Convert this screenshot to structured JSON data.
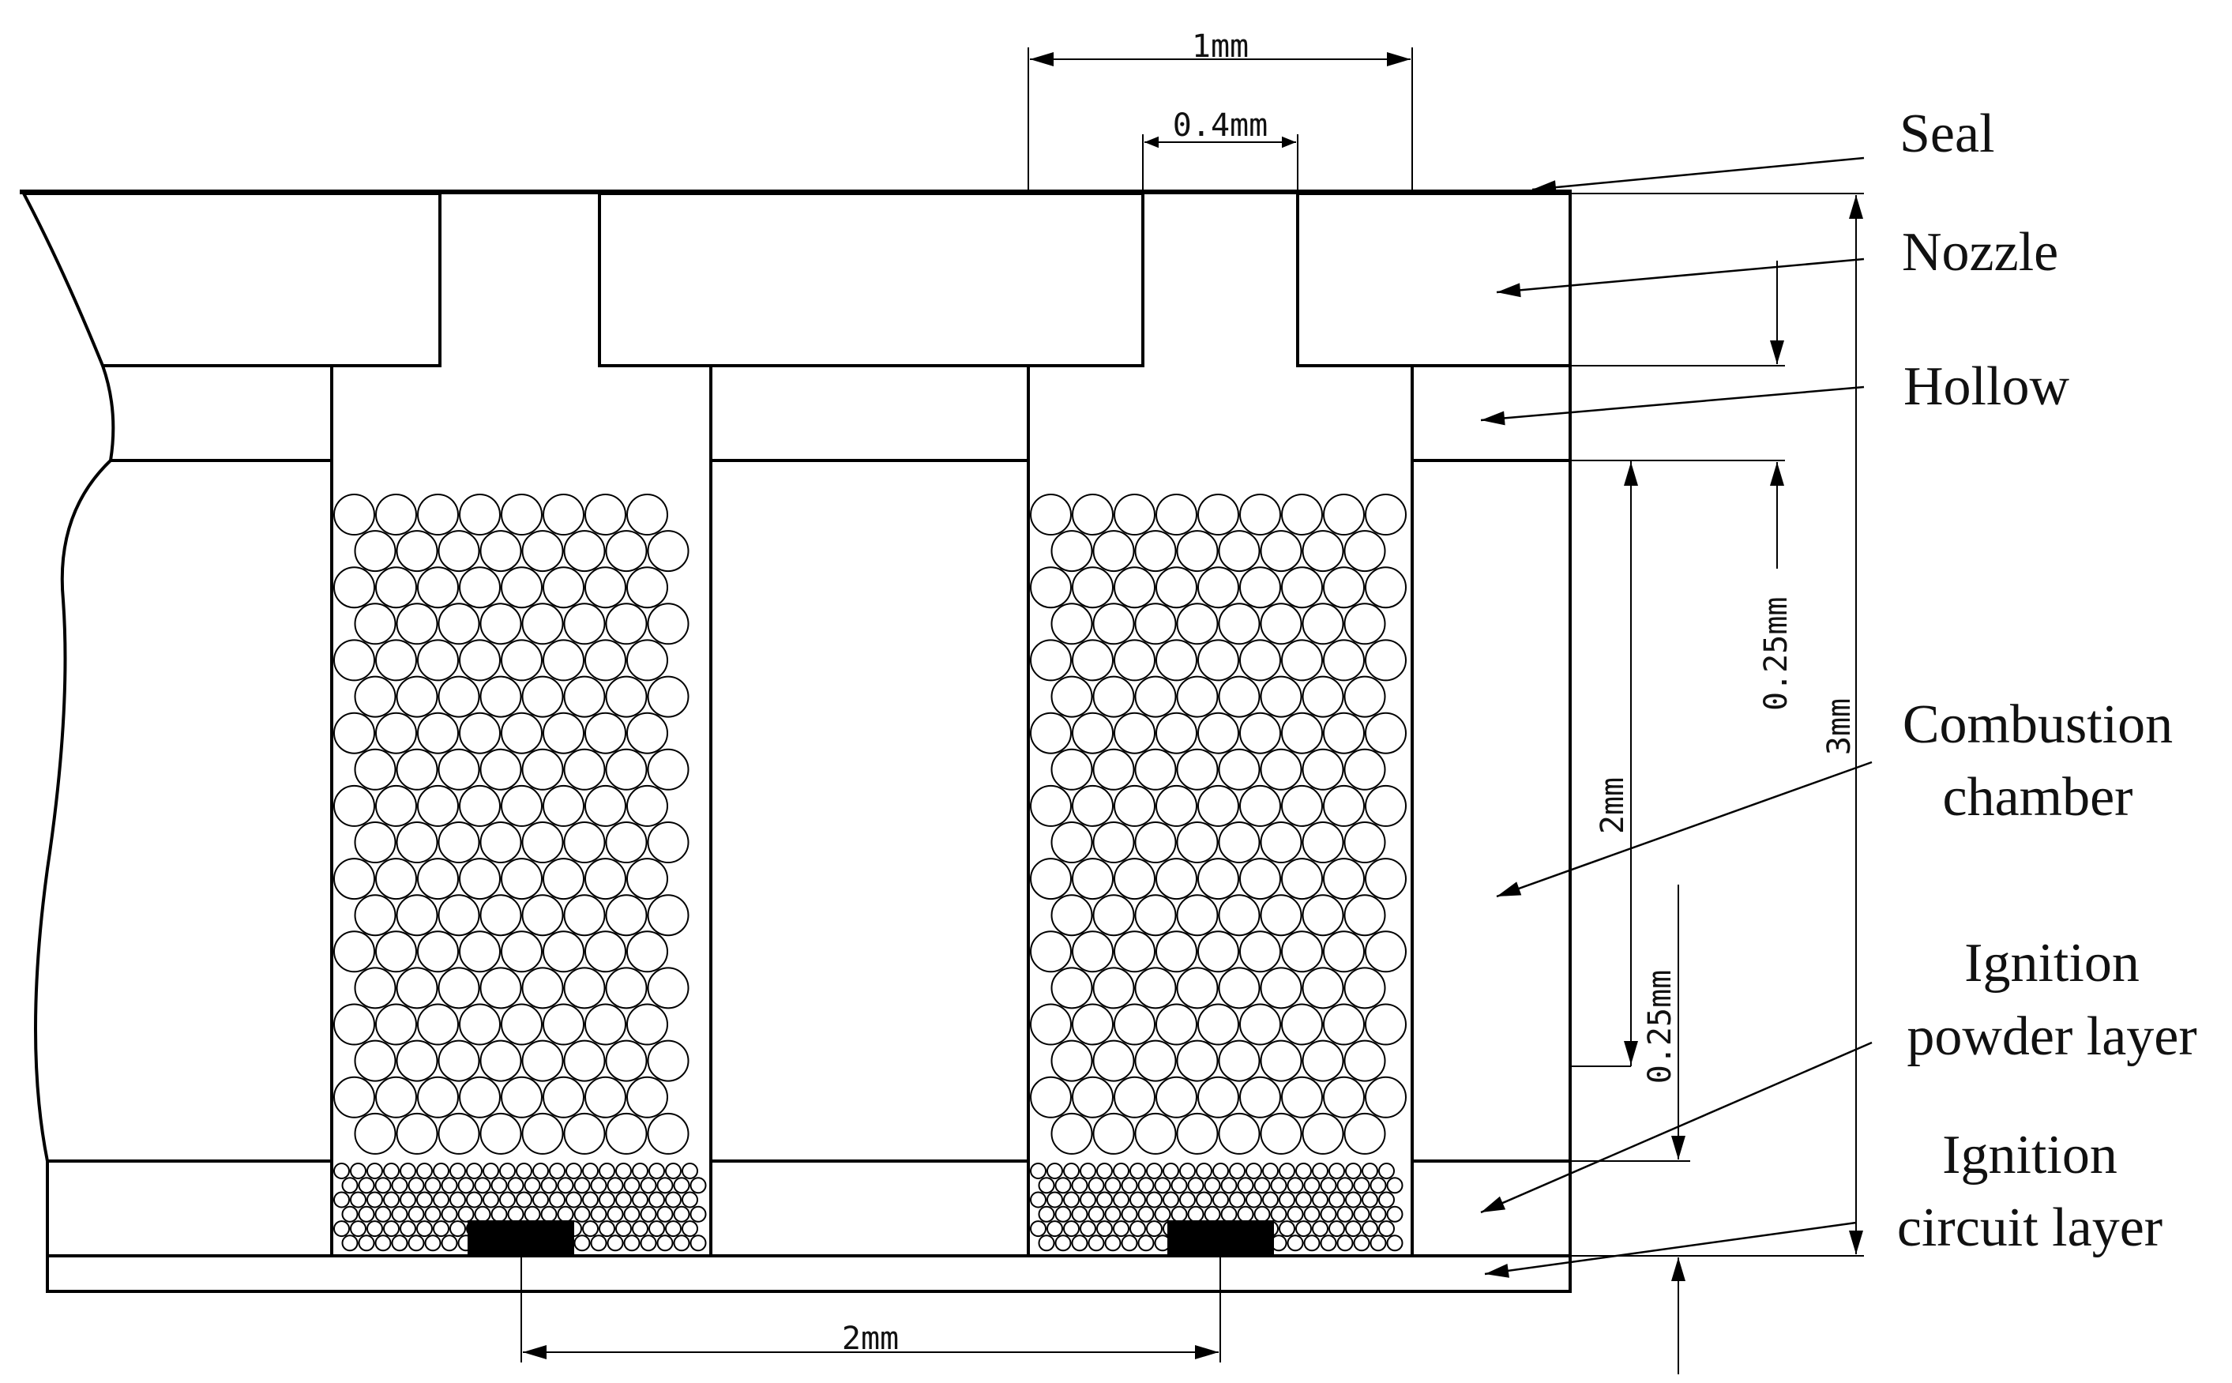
{
  "labels": {
    "seal": "Seal",
    "nozzle": "Nozzle",
    "hollow": "Hollow",
    "combustion_line1": "Combustion",
    "combustion_line2": "chamber",
    "ignition_powder_line1": "Ignition",
    "ignition_powder_line2": "powder layer",
    "ignition_circuit_line1": "Ignition",
    "ignition_circuit_line2": "circuit layer"
  },
  "dimensions": {
    "top_width": "1mm",
    "nozzle_width": "0.4mm",
    "hollow_height": "0.25mm",
    "chamber_height": "2mm",
    "total_height": "3mm",
    "powder_height": "0.25mm",
    "pitch": "2mm"
  },
  "colors": {
    "line": "#000000",
    "background": "#ffffff",
    "electrode": "#000000"
  }
}
